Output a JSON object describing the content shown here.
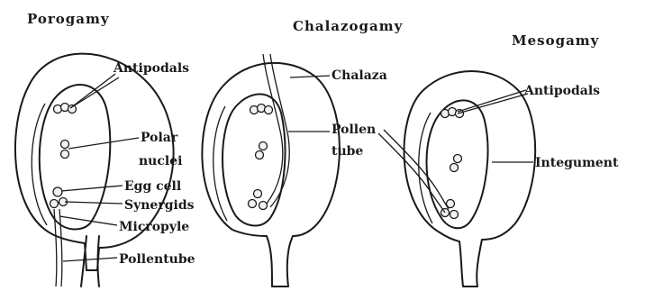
{
  "titles": {
    "porogamy": "Porogamy",
    "chalazogamy": "Chalazogamy",
    "mesogamy": "Mesogamy"
  },
  "porogamy_labels": {
    "antipodals": "Antipodals",
    "polar": "Polar",
    "nuclei": "nuclei",
    "egg_cell": "Egg cell",
    "synergids": "Synergids",
    "micropyle": "Micropyle",
    "pollentube": "Pollentube"
  },
  "chalazogamy_labels": {
    "chalaza": "Chalaza",
    "pollen": "Pollen",
    "tube": "tube"
  },
  "mesogamy_labels": {
    "antipodals": "Antipodals",
    "integument": "Integument"
  },
  "colors": {
    "ink": "#1a1a1a",
    "stipple": "#bdbdbd",
    "background": "#ffffff"
  }
}
